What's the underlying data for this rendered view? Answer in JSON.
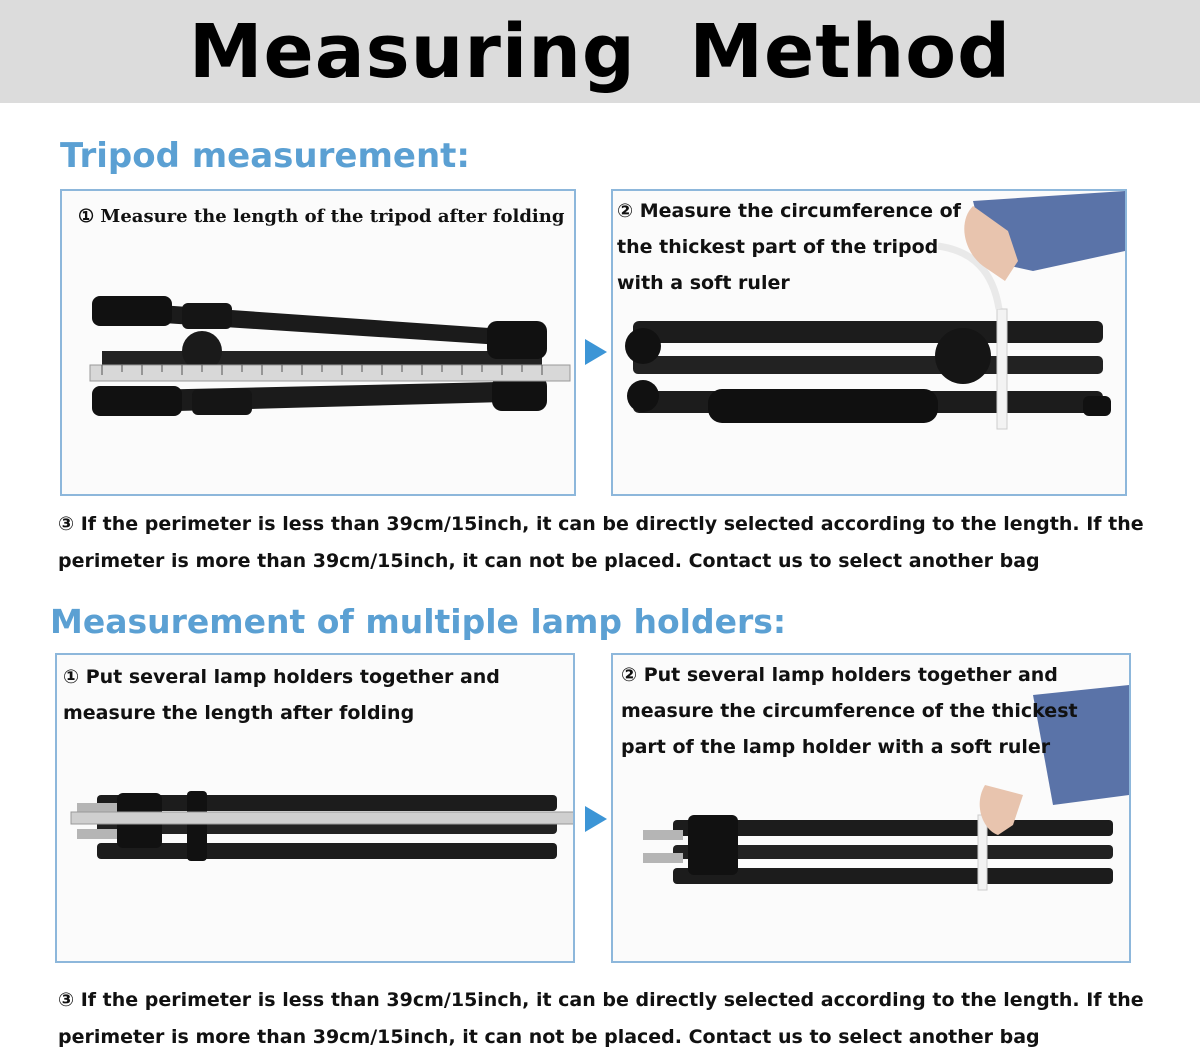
{
  "banner": {
    "title": "Measuring  Method"
  },
  "tripod_section": {
    "heading": "Tripod measurement:",
    "step1": "① Measure the length of the tripod after folding",
    "step2": [
      "② Measure the circumference of",
      "the thickest part of the tripod",
      "with a soft ruler"
    ],
    "step3": [
      "③ If the perimeter is less than 39cm/15inch, it can be directly selected according to the length. If the",
      "perimeter is more than 39cm/15inch, it can not be placed. Contact us to select another bag"
    ]
  },
  "lamp_section": {
    "heading": "Measurement of multiple lamp holders:",
    "step1": [
      "① Put several lamp holders together and",
      "measure the length after folding"
    ],
    "step2": [
      "② Put several lamp holders together and",
      "measure the circumference of the thickest",
      "part of the lamp holder with a soft ruler"
    ],
    "step3": [
      "③ If the perimeter is less than 39cm/15inch, it can be directly selected according to the length. If the",
      "perimeter is more than 39cm/15inch, it can not be placed. Contact us to select another bag"
    ]
  },
  "colors": {
    "heading": "#5ba0d3",
    "panel_border": "#8db7db",
    "arrow": "#3c95d6",
    "banner_bg": "#dcdcdc"
  },
  "icons": [
    "arrow-right-icon"
  ]
}
